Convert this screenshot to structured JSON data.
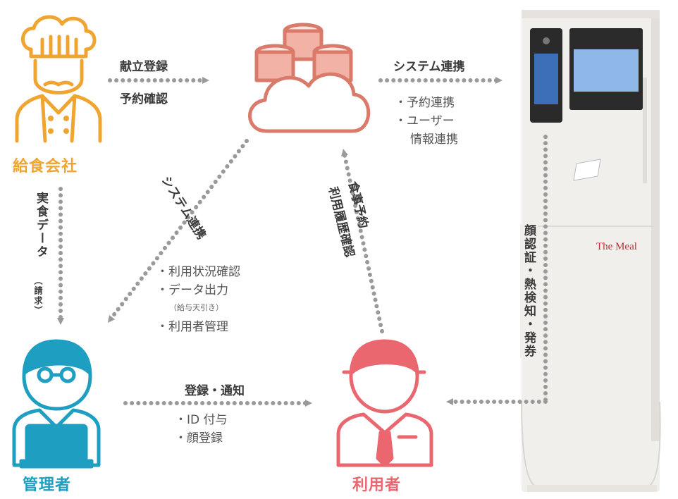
{
  "actors": {
    "catering": {
      "name": "給食会社",
      "color": "#F0A530"
    },
    "admin": {
      "name": "管理者",
      "color": "#1E9EC1"
    },
    "user": {
      "name": "利用者",
      "color": "#EA6770"
    }
  },
  "cloud": {
    "color": "#D97A6A"
  },
  "kiosk": {
    "brand": "The Meal"
  },
  "flows": {
    "catering_to_cloud": {
      "line1": "献立登録",
      "line2": "予約確認"
    },
    "cloud_to_kiosk": {
      "title": "システム連携",
      "item1": "・予約連携",
      "item2": "・ユーザー",
      "item3": "情報連携"
    },
    "catering_to_admin": {
      "text": "実食データ",
      "note": "（請求）"
    },
    "cloud_to_admin": {
      "title": "システム連携",
      "item1": "・利用状況確認",
      "item2": "・データ出力",
      "item2_note": "（給与天引き）",
      "item3": "・利用者管理"
    },
    "user_to_cloud": {
      "line1": "食事予約",
      "line2": "利用履歴確認"
    },
    "admin_to_user": {
      "title": "登録・通知",
      "item1": "・ID 付与",
      "item2": "・顔登録"
    },
    "kiosk_to_user": {
      "text": "顔認証・熱検知・発券"
    }
  },
  "colors": {
    "arrow": "#9a9a9a",
    "text": "#3a3a3a"
  }
}
